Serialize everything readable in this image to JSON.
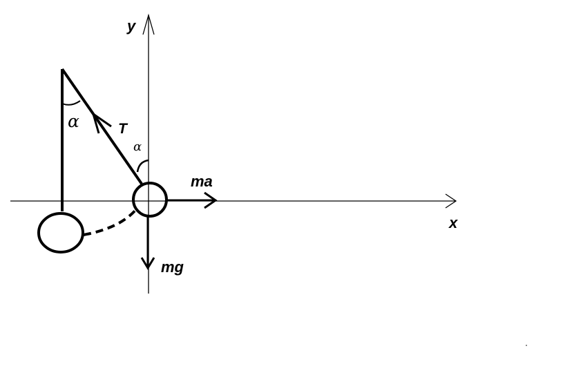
{
  "colors": {
    "ink": "#000000",
    "background": "#ffffff"
  },
  "axes": {
    "x_label": "x",
    "y_label": "y"
  },
  "forces": {
    "tension_label": "T",
    "inertial_label": "ma",
    "gravity_label": "mg"
  },
  "angles": {
    "top_angle_label": "α",
    "ball_angle_label": "α"
  }
}
